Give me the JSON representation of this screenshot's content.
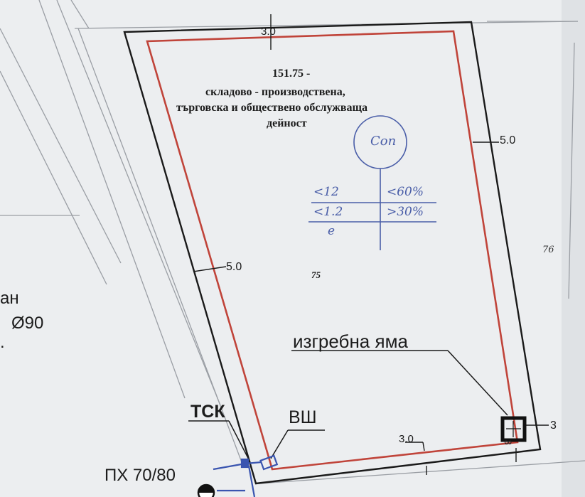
{
  "colors": {
    "paper": "#eceef0",
    "boundary": "#1a1a1a",
    "setback": "#c0443a",
    "blue_ink": "#4a5ea8",
    "thin_line": "#9a9ea4"
  },
  "plot": {
    "id": "75",
    "area": "151.75 -",
    "use_line1": "складово  - производствена,",
    "use_line2": "търговска и обществено обслужваща",
    "use_line3": "дейност"
  },
  "regulation": {
    "zone": "Соп",
    "height_value": "<12",
    "density_value": "<60%",
    "intensity_value": "<1.2",
    "green_value": ">30%",
    "extra_value": "e"
  },
  "neighbor": {
    "id": "76"
  },
  "dimensions": {
    "top": "3.0",
    "right": "5.0",
    "left": "5.0",
    "bottom": "3.0",
    "pit_right": "3",
    "pit_bottom": "3"
  },
  "labels": {
    "pit": "изгребна яма",
    "tsk": "ТСК",
    "vsh": "ВШ",
    "px": "ПХ 70/80"
  },
  "margin_text": {
    "line1": "ан",
    "line2": "Ø90",
    "line3": "."
  }
}
